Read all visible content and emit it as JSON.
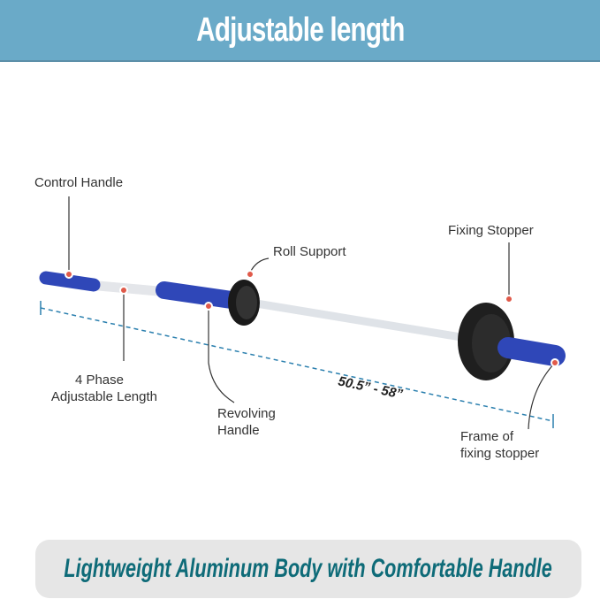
{
  "header": {
    "title": "Adjustable length"
  },
  "labels": {
    "control_handle": "Control Handle",
    "roll_support": "Roll Support",
    "fixing_stopper": "Fixing Stopper",
    "adjustable_length_1": "4 Phase",
    "adjustable_length_2": "Adjustable Length",
    "revolving_1": "Revolving",
    "revolving_2": "Handle",
    "frame_1": "Frame of",
    "frame_2": "fixing stopper"
  },
  "dimension": "50.5” - 58”",
  "footer": {
    "text": "Lightweight Aluminum Body with Comfortable Handle"
  },
  "colors": {
    "header": "#6aaac8",
    "accent": "#0e6b78",
    "handle_blue": "#2f47b8"
  }
}
